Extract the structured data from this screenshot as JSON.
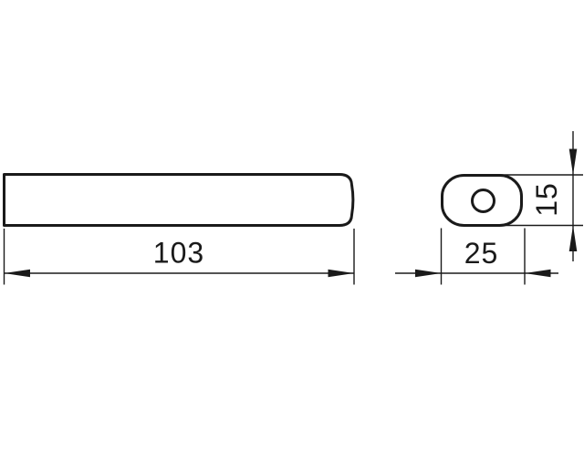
{
  "drawing": {
    "kind": "technical-dimension-drawing",
    "views": {
      "side_view": "elongated bar, side elevation",
      "cross_section": "rounded oblong profile with centered hole"
    }
  },
  "dimensions": {
    "length": {
      "label": "103",
      "orientation": "horizontal",
      "view": "side_view"
    },
    "width": {
      "label": "25",
      "orientation": "horizontal",
      "view": "cross_section"
    },
    "height": {
      "label": "15",
      "orientation": "vertical-rotated",
      "view": "cross_section"
    }
  },
  "colors": {
    "line": "#1a1a1a",
    "background": "#ffffff"
  }
}
